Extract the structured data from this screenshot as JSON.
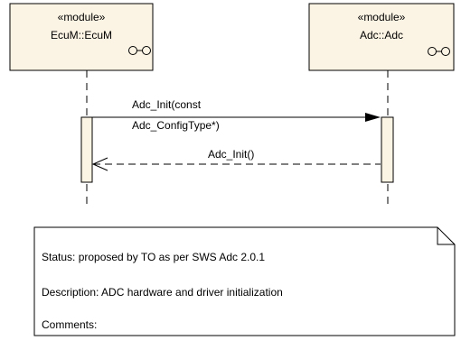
{
  "colors": {
    "module_fill": "#FBF3E3",
    "activation_fill": "#FBF3E3",
    "note_fill": "#FFFFFF",
    "stroke": "#000000"
  },
  "lifelines": [
    {
      "stereotype": "«module»",
      "name": "EcuM::EcuM",
      "icon": "component-link-icon"
    },
    {
      "stereotype": "«module»",
      "name": "Adc::Adc",
      "icon": "component-link-icon"
    }
  ],
  "messages": [
    {
      "label_line1": "Adc_Init(const",
      "label_line2": "Adc_ConfigType*)",
      "kind": "synchronous-call",
      "from": "EcuM::EcuM",
      "to": "Adc::Adc"
    },
    {
      "label": "Adc_Init()",
      "kind": "return",
      "from": "Adc::Adc",
      "to": "EcuM::EcuM"
    }
  ],
  "note": {
    "status": "Status: proposed by TO as per SWS Adc 2.0.1",
    "description": "Description: ADC hardware and driver initialization",
    "comments": "Comments:"
  }
}
